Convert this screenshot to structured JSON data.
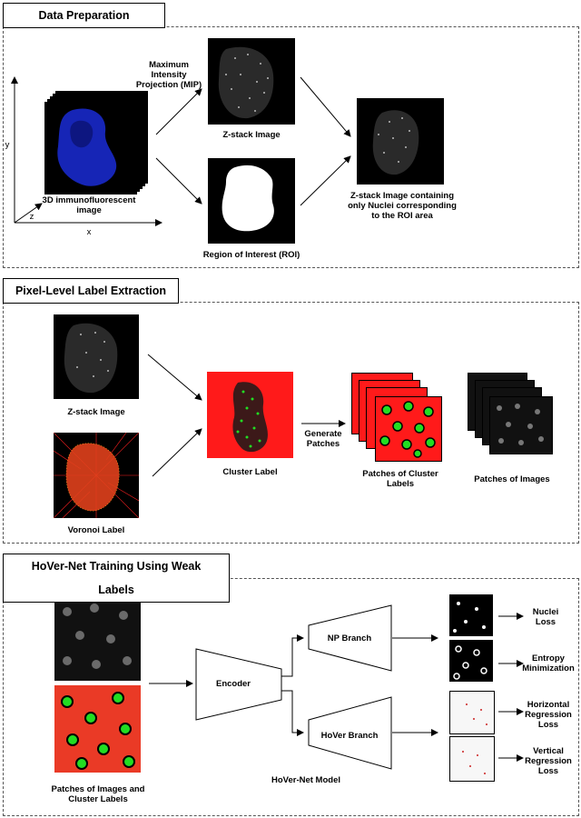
{
  "sections": {
    "data_preparation": "Data Preparation",
    "pixel_level": "Pixel-Level Label Extraction",
    "hovernet": "HoVer-Net Training Using Weak Labels"
  },
  "data_prep": {
    "mip_label": "Maximum Intensity Projection (MIP)",
    "zstack_label": "Z-stack Image",
    "roi_label": "Region of Interest (ROI)",
    "immuno_label": "3D immunofluorescent image",
    "result_label": "Z-stack Image containing only Nuclei corresponding to the ROI area",
    "axis_y": "y",
    "axis_z": "z",
    "axis_x": "x"
  },
  "pixel_level": {
    "zstack_label": "Z-stack Image",
    "voronoi_label": "Voronoi Label",
    "cluster_label": "Cluster Label",
    "generate_label": "Generate Patches",
    "patches_cluster_label": "Patches of Cluster Labels",
    "patches_images_label": "Patches of Images"
  },
  "hovernet": {
    "input_label": "Patches of Images and Cluster Labels",
    "encoder": "Encoder",
    "np_branch": "NP Branch",
    "hover_branch": "HoVer Branch",
    "model_label": "HoVer-Net Model",
    "loss_nuclei": "Nuclei Loss",
    "loss_entropy": "Entropy Minimization",
    "loss_horizontal": "Horizontal Regression Loss",
    "loss_vertical": "Vertical Regression Loss"
  },
  "colors": {
    "nuclei_blue": "#1a2bd6",
    "label_red": "#ff1a1a",
    "label_green": "#22dd22"
  }
}
